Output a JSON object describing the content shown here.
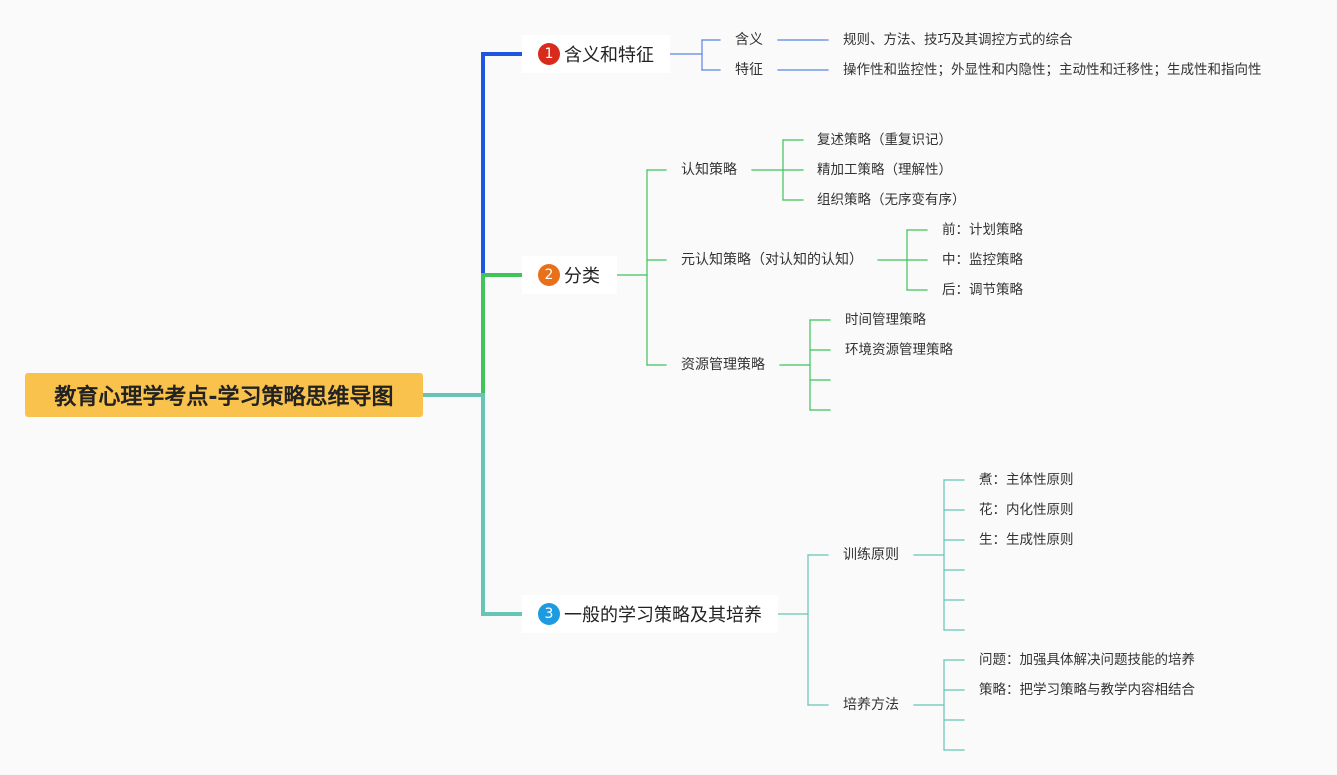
{
  "root": {
    "title": "教育心理学考点-学习策略思维导图"
  },
  "colors": {
    "root_bg": "#f8c24d",
    "branch1": "#1f55e0",
    "branch2": "#3fc35a",
    "branch3": "#66c5b4"
  },
  "branches": [
    {
      "number": "1",
      "number_color": "#d92b1c",
      "title": "含义和特征",
      "children": [
        {
          "label": "含义",
          "leaves": [
            "规则、方法、技巧及其调控方式的综合"
          ]
        },
        {
          "label": "特征",
          "leaves": [
            "操作性和监控性；外显性和内隐性；主动性和迁移性；生成性和指向性"
          ]
        }
      ]
    },
    {
      "number": "2",
      "number_color": "#e8701a",
      "title": "分类",
      "children": [
        {
          "label": "认知策略",
          "leaves": [
            "复述策略（重复识记）",
            "精加工策略（理解性）",
            "组织策略（无序变有序）"
          ]
        },
        {
          "label": "元认知策略（对认知的认知）",
          "leaves": [
            "前：计划策略",
            "中：监控策略",
            "后：调节策略"
          ]
        },
        {
          "label": "资源管理策略",
          "leaves": [
            "时间管理策略",
            "环境资源管理策略",
            "",
            ""
          ]
        }
      ]
    },
    {
      "number": "3",
      "number_color": "#1e9be0",
      "title": "一般的学习策略及其培养",
      "children": [
        {
          "label": "训练原则",
          "leaves": [
            "煮：主体性原则",
            "花：内化性原则",
            "生：生成性原则",
            "",
            "",
            ""
          ]
        },
        {
          "label": "培养方法",
          "leaves": [
            "问题：加强具体解决问题技能的培养",
            "策略：把学习策略与教学内容相结合",
            "",
            ""
          ]
        }
      ]
    }
  ]
}
